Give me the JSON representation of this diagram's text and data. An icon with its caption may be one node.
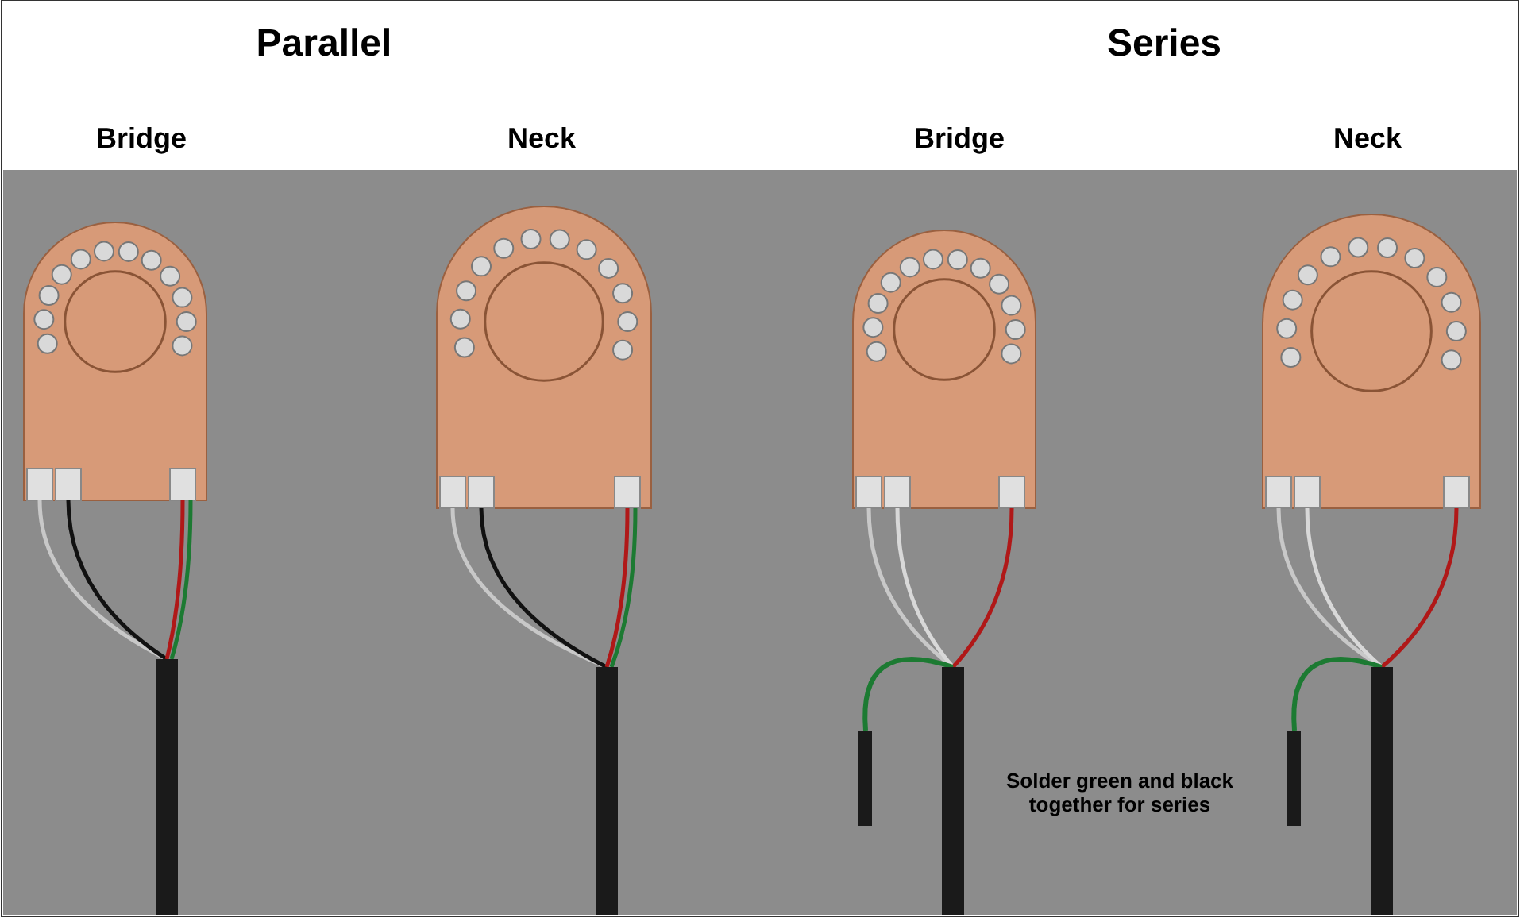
{
  "diagram": {
    "labels": [
      "Parallel",
      "Series",
      "Bridge",
      "Neck",
      "Bridge",
      "Neck",
      "Solder green and black together for series"
    ]
  }
}
